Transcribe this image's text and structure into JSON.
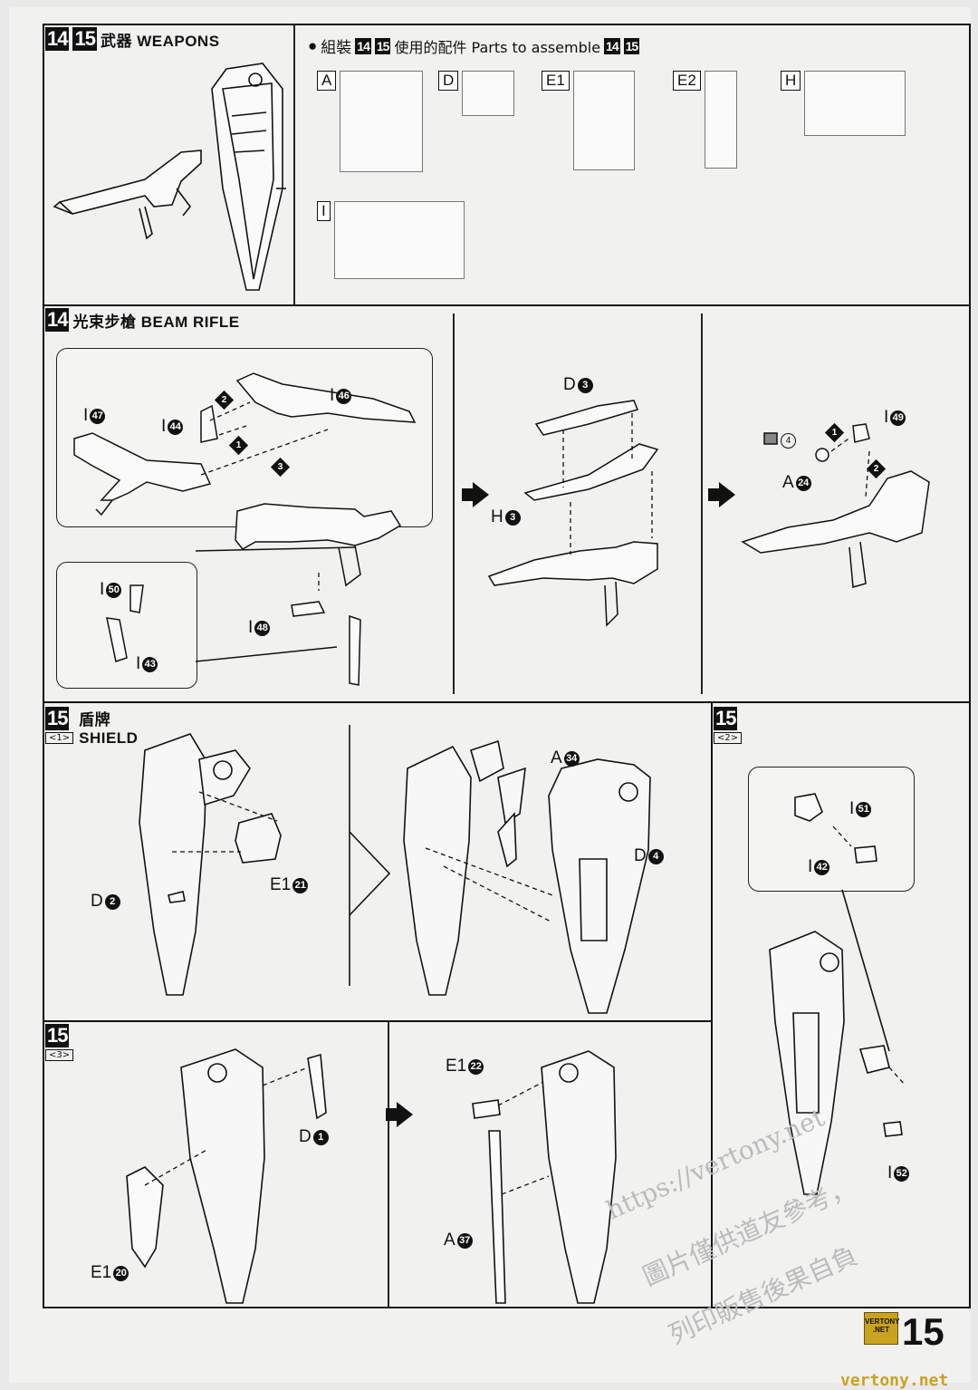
{
  "weapons_header": {
    "step_a": "14",
    "step_b": "15",
    "title": "武器 WEAPONS"
  },
  "parts": {
    "bullet": "●",
    "text_prefix": "組裝",
    "step_a": "14",
    "step_b": "15",
    "text_mid": "使用的配件 Parts to assemble",
    "runners": [
      "A",
      "D",
      "E1",
      "E2",
      "H",
      "I"
    ]
  },
  "beam_rifle": {
    "step": "14",
    "title": "光束步槍 BEAM RIFLE",
    "labels": {
      "i47": {
        "l": "I",
        "n": "47"
      },
      "i44": {
        "l": "I",
        "n": "44"
      },
      "i46": {
        "l": "I",
        "n": "46"
      },
      "i50": {
        "l": "I",
        "n": "50"
      },
      "i43": {
        "l": "I",
        "n": "43"
      },
      "i48": {
        "l": "I",
        "n": "48"
      },
      "d3": {
        "l": "D",
        "n": "3"
      },
      "h3": {
        "l": "H",
        "n": "3"
      },
      "i49": {
        "l": "I",
        "n": "49"
      },
      "a24": {
        "l": "A",
        "n": "24"
      }
    },
    "order": [
      "1",
      "2",
      "3"
    ],
    "seal_count": "4"
  },
  "shield1": {
    "step": "15",
    "sub": "<1>",
    "title_cn": "盾牌",
    "title_en": "SHIELD",
    "labels": {
      "d2": {
        "l": "D",
        "n": "2"
      },
      "e121": {
        "l": "E1",
        "n": "21"
      },
      "a34": {
        "l": "A",
        "n": "34"
      },
      "d4": {
        "l": "D",
        "n": "4"
      }
    }
  },
  "shield2": {
    "step": "15",
    "sub": "<2>",
    "labels": {
      "i51": {
        "l": "I",
        "n": "51"
      },
      "i42": {
        "l": "I",
        "n": "42"
      },
      "i52": {
        "l": "I",
        "n": "52"
      }
    }
  },
  "shield3": {
    "step": "15",
    "sub": "<3>",
    "labels": {
      "d1": {
        "l": "D",
        "n": "1"
      },
      "e120": {
        "l": "E1",
        "n": "20"
      },
      "e122": {
        "l": "E1",
        "n": "22"
      },
      "a37": {
        "l": "A",
        "n": "37"
      }
    }
  },
  "watermark": {
    "line1": "https://vertony.net",
    "line2": "圖片僅供道友參考，",
    "line3": "列印販售後果自負"
  },
  "footer": {
    "logo": "VERTONY .NET",
    "page": "15",
    "site": "vertony.net"
  }
}
